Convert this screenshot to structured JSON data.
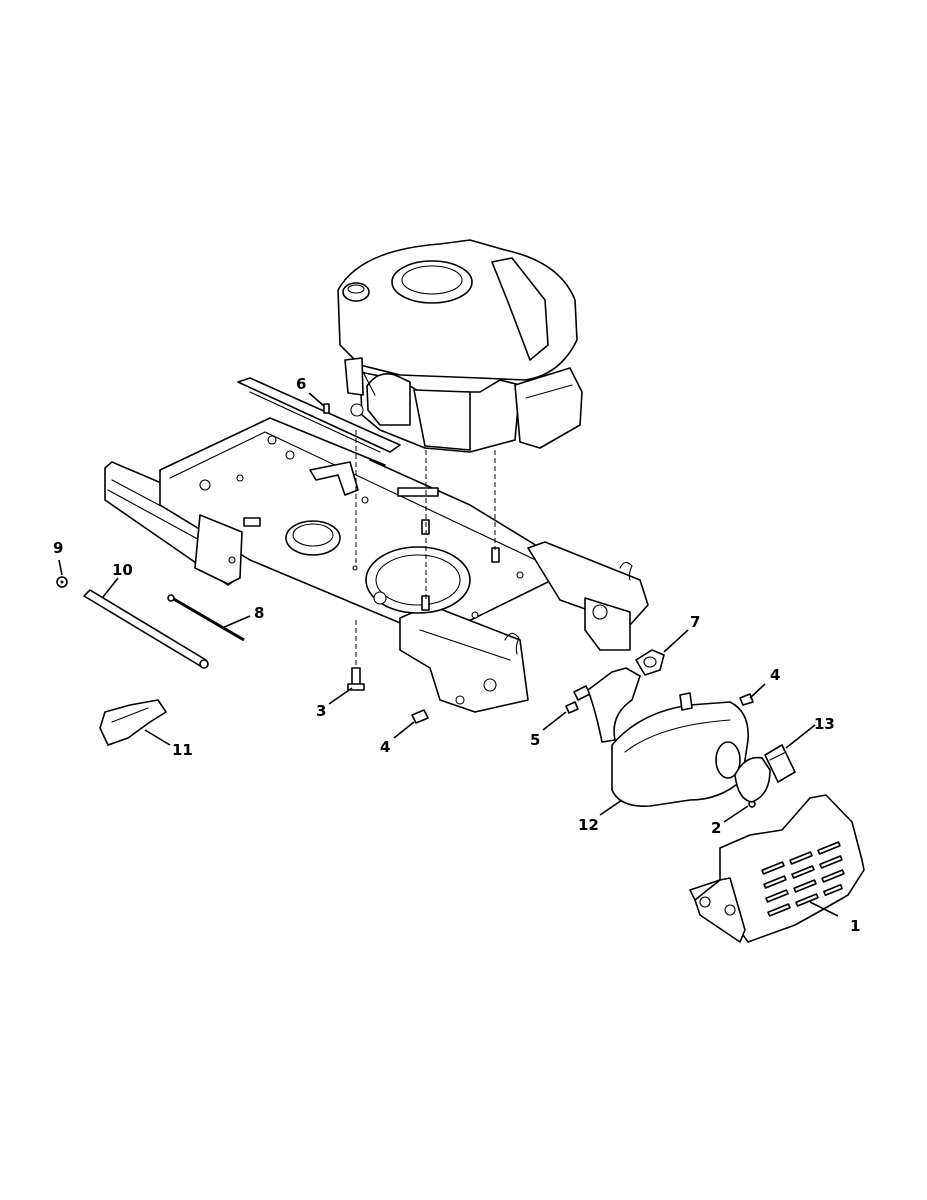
{
  "callouts": [
    {
      "id": "1",
      "label": "1"
    },
    {
      "id": "2",
      "label": "2"
    },
    {
      "id": "3",
      "label": "3"
    },
    {
      "id": "4a",
      "label": "4"
    },
    {
      "id": "4b",
      "label": "4"
    },
    {
      "id": "5",
      "label": "5"
    },
    {
      "id": "6",
      "label": "6"
    },
    {
      "id": "7",
      "label": "7"
    },
    {
      "id": "8",
      "label": "8"
    },
    {
      "id": "9",
      "label": "9"
    },
    {
      "id": "10",
      "label": "10"
    },
    {
      "id": "11",
      "label": "11"
    },
    {
      "id": "12",
      "label": "12"
    },
    {
      "id": "13",
      "label": "13"
    }
  ]
}
